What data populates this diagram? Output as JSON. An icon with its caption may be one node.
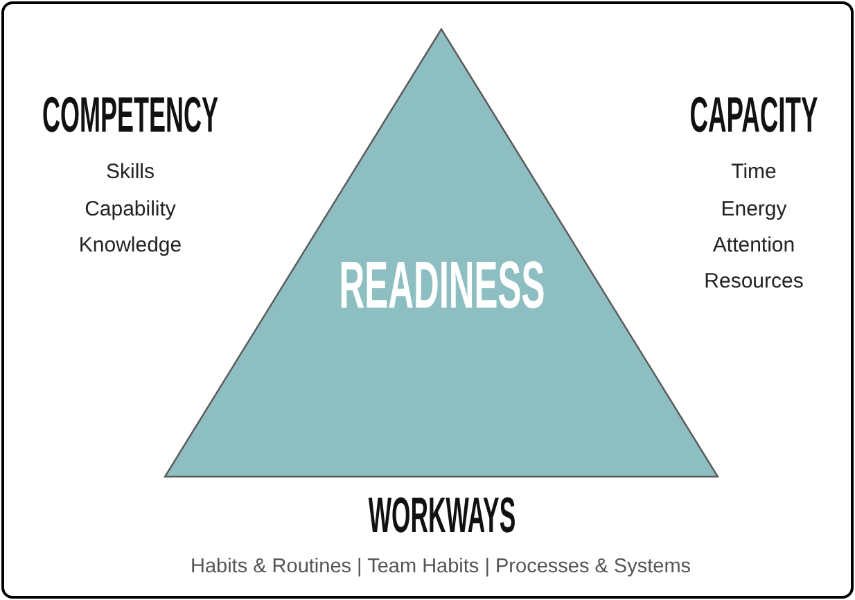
{
  "diagram": {
    "nodes": [
      {
        "text": [
          "READINESS"
        ]
      }
    ],
    "edges": [],
    "labels": [
      "COMPETENCY",
      "Skills",
      "Capability",
      "Knowledge",
      "CAPACITY",
      "Time",
      "Energy",
      "Attention",
      "Resources",
      "WORKWAYS",
      "Habits & Routines | Team Habits | Processes & Systems"
    ]
  }
}
